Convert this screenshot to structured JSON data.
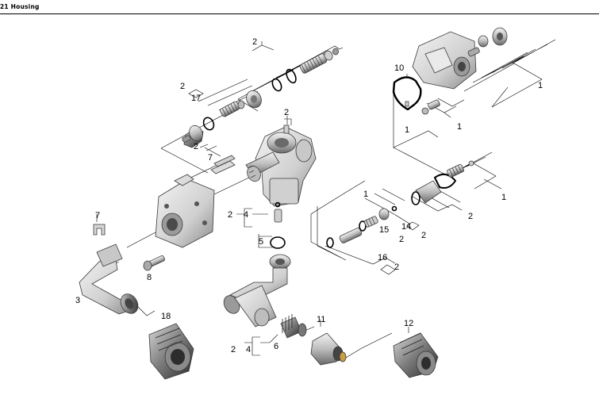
{
  "header": {
    "title": "21 Housing"
  },
  "diagram": {
    "callouts": {
      "c1a": "1",
      "c1b": "1",
      "c1c": "1",
      "c1d": "1",
      "c1e": "1",
      "c2a": "2",
      "c2b": "2",
      "c2c": "2",
      "c2d": "2",
      "c2e": "2",
      "c2f": "2",
      "c2g": "2",
      "c2h": "2",
      "c2i": "2",
      "c2j": "2",
      "c2k": "2",
      "c3": "3",
      "c4a": "4",
      "c4b": "4",
      "c5": "5",
      "c6": "6",
      "c7a": "7",
      "c7b": "7",
      "c8": "8",
      "c10": "10",
      "c11": "11",
      "c12": "12",
      "c14": "14",
      "c15": "15",
      "c16": "16",
      "c17": "17",
      "c18": "18"
    },
    "colors": {
      "background": "#ffffff",
      "line": "#000000",
      "part_light": "#e4e4e4",
      "part_mid": "#bdbdbd",
      "part_dark": "#5a5a5a"
    }
  }
}
